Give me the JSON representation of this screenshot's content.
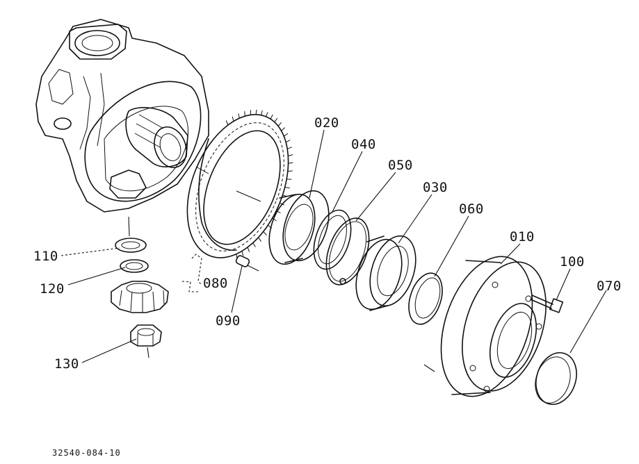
{
  "callouts": {
    "p010": "010",
    "p020": "020",
    "p030": "030",
    "p040": "040",
    "p050": "050",
    "p060": "060",
    "p070": "070",
    "p080": "080",
    "p090": "090",
    "p100": "100",
    "p110": "110",
    "p120": "120",
    "p130": "130"
  },
  "doc_number": "32540-084-10"
}
